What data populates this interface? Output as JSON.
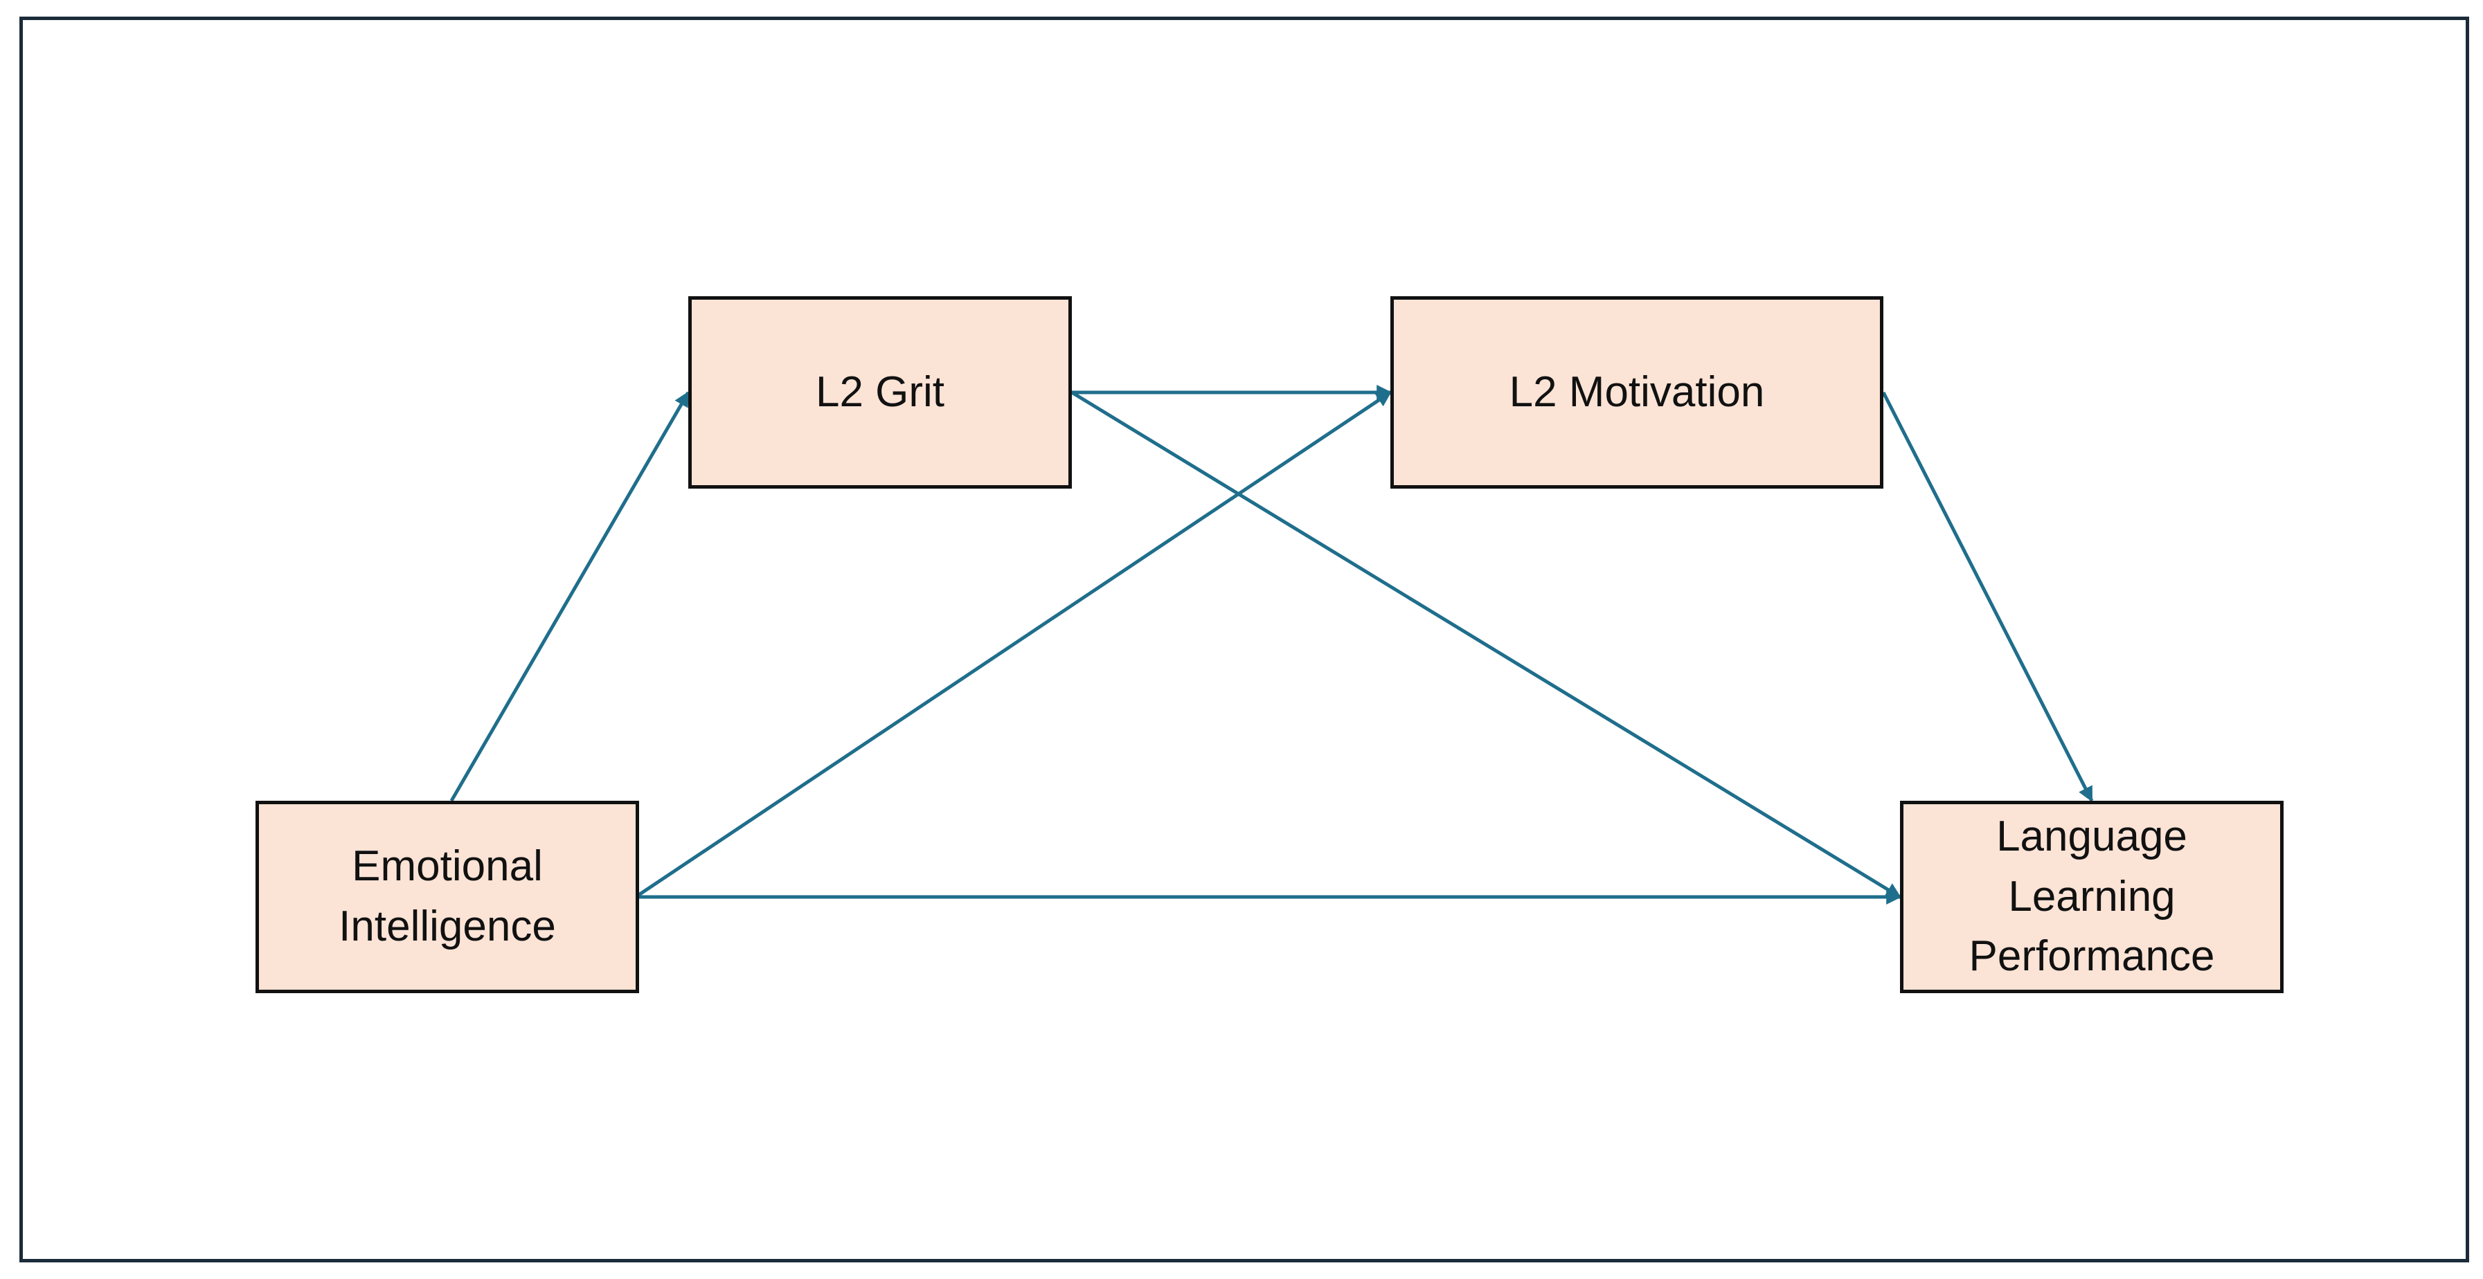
{
  "colors": {
    "arrow": "#1f6e8c",
    "node_fill": "#fbe3d6",
    "node_border": "#111111",
    "frame_border": "#1b2b3a"
  },
  "nodes": {
    "grit": {
      "label": "L2 Grit"
    },
    "motivation": {
      "label": "L2 Motivation"
    },
    "emotional_intelligence": {
      "label": "Emotional\nIntelligence"
    },
    "performance": {
      "label": "Language\nLearning\nPerformance"
    }
  },
  "edges": [
    {
      "from": "emotional_intelligence",
      "to": "grit"
    },
    {
      "from": "emotional_intelligence",
      "to": "motivation"
    },
    {
      "from": "emotional_intelligence",
      "to": "performance"
    },
    {
      "from": "grit",
      "to": "motivation"
    },
    {
      "from": "grit",
      "to": "performance"
    },
    {
      "from": "motivation",
      "to": "performance"
    }
  ]
}
